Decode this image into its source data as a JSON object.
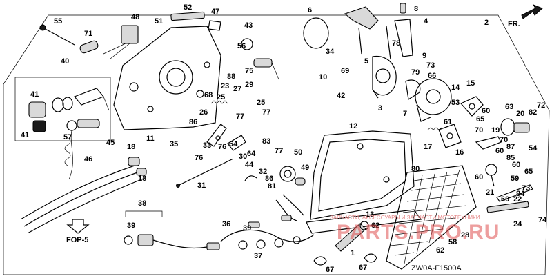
{
  "diagram_code": "ZW0A-F1500A",
  "front_label": "FR.",
  "ref_label": "FOP-5",
  "watermark": {
    "site": "PARTS.PRO.RU",
    "tagline": "ЗАПЧАСТИ, АКСЕССУАРЫ И ЗАПЧАСТИ МОТОТЕХНИКИ"
  },
  "callouts": [
    "1",
    "2",
    "3",
    "4",
    "5",
    "6",
    "7",
    "8",
    "9",
    "10",
    "11",
    "12",
    "13",
    "14",
    "15",
    "16",
    "17",
    "18",
    "18",
    "19",
    "20",
    "21",
    "22",
    "23",
    "24",
    "25",
    "25",
    "26",
    "27",
    "28",
    "29",
    "30",
    "31",
    "32",
    "33",
    "34",
    "35",
    "36",
    "37",
    "38",
    "39",
    "39",
    "40",
    "41",
    "41",
    "42",
    "43",
    "44",
    "45",
    "46",
    "47",
    "48",
    "49",
    "50",
    "51",
    "52",
    "53",
    "54",
    "55",
    "56",
    "57",
    "58",
    "59",
    "60",
    "60",
    "60",
    "60",
    "60",
    "61",
    "62",
    "62",
    "63",
    "64",
    "64",
    "65",
    "65",
    "66",
    "67",
    "67",
    "68",
    "69",
    "70",
    "70",
    "71",
    "72",
    "73",
    "73",
    "74",
    "75",
    "76",
    "76",
    "77",
    "77",
    "77",
    "78",
    "79",
    "80",
    "81",
    "82",
    "83",
    "84",
    "85",
    "86",
    "86",
    "87",
    "88"
  ],
  "icons": [
    "front-arrow-icon",
    "reference-arrow-icon"
  ]
}
